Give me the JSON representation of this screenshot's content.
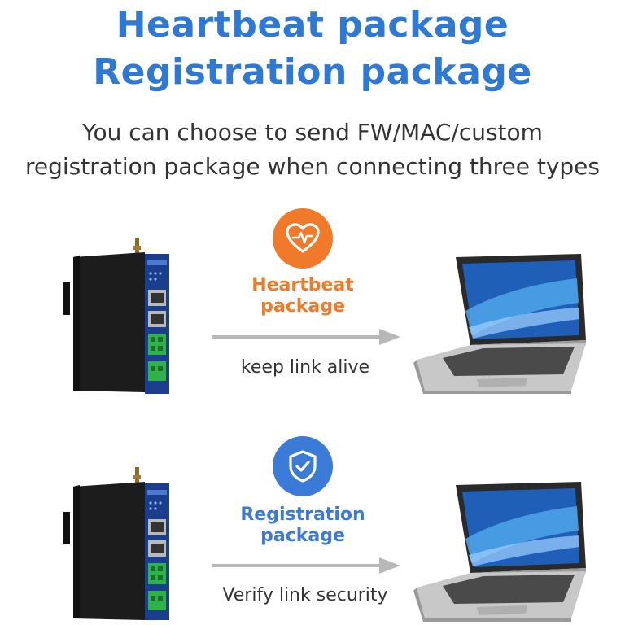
{
  "header": {
    "title_line1": "Heartbeat package",
    "title_line2": "Registration package",
    "subtitle_line1": "You can choose to send FW/MAC/custom",
    "subtitle_line2": "registration package when connecting three types"
  },
  "rows": [
    {
      "icon": "heart-pulse-icon",
      "label_line1": "Heartbeat",
      "label_line2": "package",
      "caption": "keep link alive",
      "accent": "#f07a2a"
    },
    {
      "icon": "shield-check-icon",
      "label_line1": "Registration",
      "label_line2": "package",
      "caption": "Verify link security",
      "accent": "#3c7ad8"
    }
  ],
  "colors": {
    "title": "#2e78d6",
    "text": "#333333",
    "arrow": "#b8b8b8",
    "device_body": "#1c1c1c",
    "device_panel": "#1b3e8c",
    "terminal": "#2fb24a"
  }
}
